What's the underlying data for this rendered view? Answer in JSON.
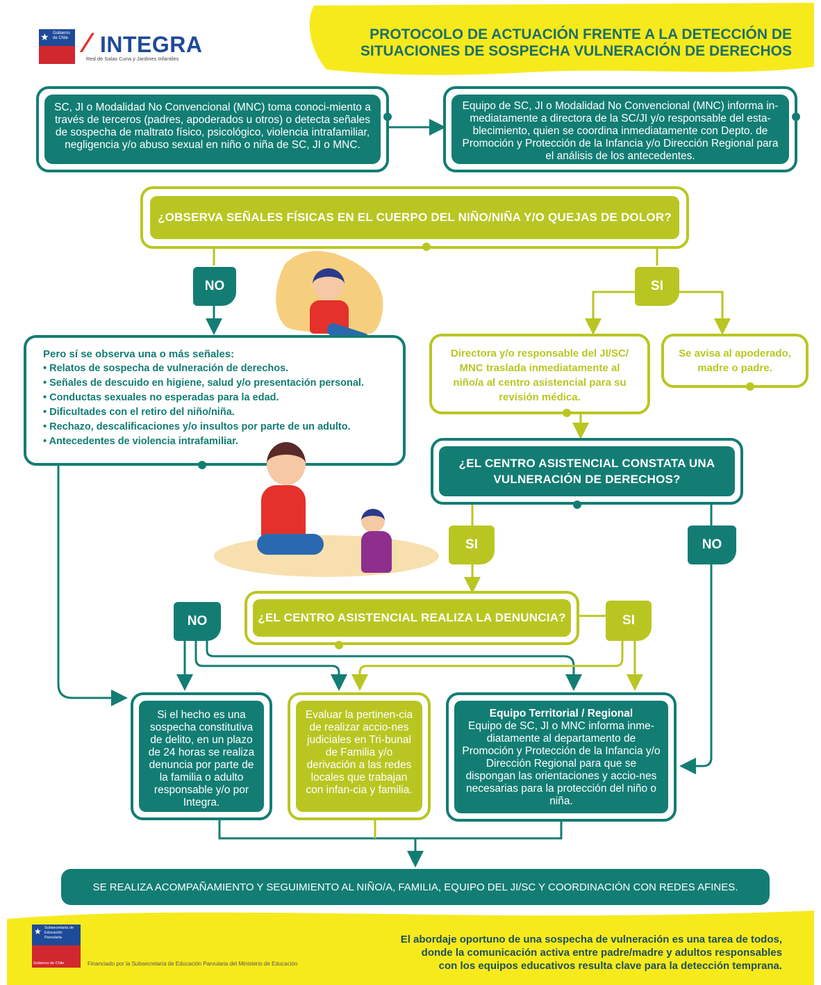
{
  "header": {
    "gov_label": "Gobierno de Chile",
    "brand": "INTEGRA",
    "brand_sub": "Red de Salas Cuna y Jardines Infantiles",
    "title_line1": "PROTOCOLO DE ACTUACIÓN FRENTE A LA DETECCIÓN DE",
    "title_line2": "SITUACIONES DE SOSPECHA VULNERACIÓN DE DERECHOS"
  },
  "box1": "SC, JI o Modalidad No Convencional (MNC) toma conoci-miento a través de terceros (padres, apoderados u otros) o detecta señales de sospecha de maltrato físico, psicológico, violencia intrafamiliar, negligencia y/o abuso sexual en niño o niña de SC, JI o MNC.",
  "box2": "Equipo de SC, JI o Modalidad No Convencional (MNC) informa in-mediatamente a directora de la SC/JI y/o responsable del esta-blecimiento, quien se coordina inmediatamente con Depto. de Promoción y Protección de la Infancia y/o Dirección Regional para el análisis de los antecedentes.",
  "q1": "¿OBSERVA SEÑALES FÍSICAS EN EL CUERPO DEL NIÑO/NIÑA Y/O QUEJAS DE DOLOR?",
  "tags": {
    "no": "NO",
    "si": "SI"
  },
  "signals": {
    "title": "Pero sí se observa una o más señales:",
    "items": [
      "Relatos de sospecha de vulneración de derechos.",
      "Señales de descuido en higiene, salud y/o presentación personal.",
      "Conductas sexuales no esperadas para la edad.",
      "Dificultades con el retiro del niño/niña.",
      "Rechazo, descalificaciones y/o insultos por parte de un adulto.",
      "Antecedentes de violencia intrafamiliar."
    ]
  },
  "directora": "Directora y/o responsable del JI/SC/ MNC traslada inmediatamente al niño/a al centro asistencial para su revisión médica.",
  "apoderado": "Se avisa al apoderado, madre o padre.",
  "q2": "¿EL CENTRO ASISTENCIAL CONSTATA UNA VULNERACIÓN DE DERECHOS?",
  "q3": "¿EL CENTRO ASISTENCIAL REALIZA LA DENUNCIA?",
  "denuncia": "Si el hecho es una sospecha constitutiva de delito, en un plazo de 24 horas se realiza denuncia por parte de la familia o adulto responsable y/o por Integra.",
  "evaluar": "Evaluar la pertinen-cia de realizar accio-nes judiciales en Tri-bunal de Familia y/o derivación a las redes locales que trabajan con infan-cia y familia.",
  "equipo": {
    "title": "Equipo Territorial / Regional",
    "body": "Equipo de SC, JI o MNC informa inme-diatamente al departamento de Promoción y Protección de la Infancia y/o Dirección Regional para que se dispongan las orientaciones y accio-nes necesarias para la protección del niño o niña."
  },
  "final": "SE REALIZA ACOMPAÑAMIENTO Y SEGUIMIENTO AL NIÑO/A, FAMILIA, EQUIPO DEL JI/SC Y COORDINACIÓN CON REDES AFINES.",
  "footer": {
    "gov_label": "Subsecretaría de Educación Parvularia",
    "gov_sub": "Gobierno de Chile",
    "funding": "Financiado por la Subsecretaría de Educación Parvularia del Ministerio de Educación",
    "message_line1": "El abordaje oportuno de una sospecha de vulneración es una tarea de todos,",
    "message_line2": "donde la comunicación activa entre padre/madre y adultos responsables",
    "message_line3": "con los equipos educativos resulta clave para la detección temprana."
  },
  "colors": {
    "teal": "#137d74",
    "lime": "#b9c622",
    "yellow": "#f7ea1c",
    "title": "#1d6f68"
  }
}
